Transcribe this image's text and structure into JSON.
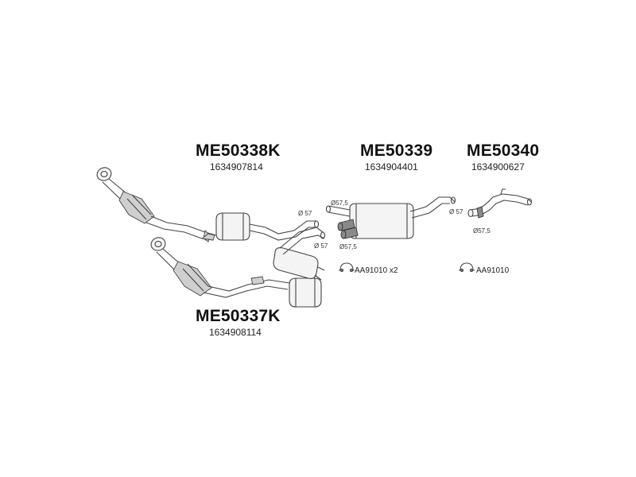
{
  "groups": [
    {
      "code": "ME50338K",
      "ref": "1634907814"
    },
    {
      "code": "ME50339",
      "ref": "1634904401"
    },
    {
      "code": "ME50340",
      "ref": "1634900627"
    },
    {
      "code": "ME50337K",
      "ref": "1634908114"
    }
  ],
  "dimensions": {
    "d57_a": "Ø 57",
    "d57_b": "Ø 57",
    "d57_5_a": "Ø57,5",
    "d57_5_b": "Ø57,5",
    "d57_c": "Ø 57",
    "d57_5_c": "Ø57,5"
  },
  "clamps": [
    {
      "label": "AA91010 x2",
      "icon": "clamp-icon"
    },
    {
      "label": "AA91010",
      "icon": "clamp-icon"
    }
  ]
}
